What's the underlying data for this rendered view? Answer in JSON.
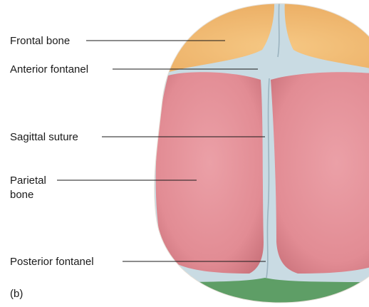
{
  "figure": {
    "panel_label": "(b)",
    "labels": {
      "frontal_bone": "Frontal bone",
      "anterior_fontanel": "Anterior fontanel",
      "sagittal_suture": "Sagittal suture",
      "parietal_bone_line1": "Parietal",
      "parietal_bone_line2": "bone",
      "posterior_fontanel": "Posterior fontanel"
    }
  },
  "colors": {
    "frontal_bone": "#f0b66e",
    "parietal_bone": "#e28c94",
    "occipital_bone": "#5e9e66",
    "fontanel_membrane": "#c9dbe3",
    "suture_line": "#9bb3bf"
  }
}
